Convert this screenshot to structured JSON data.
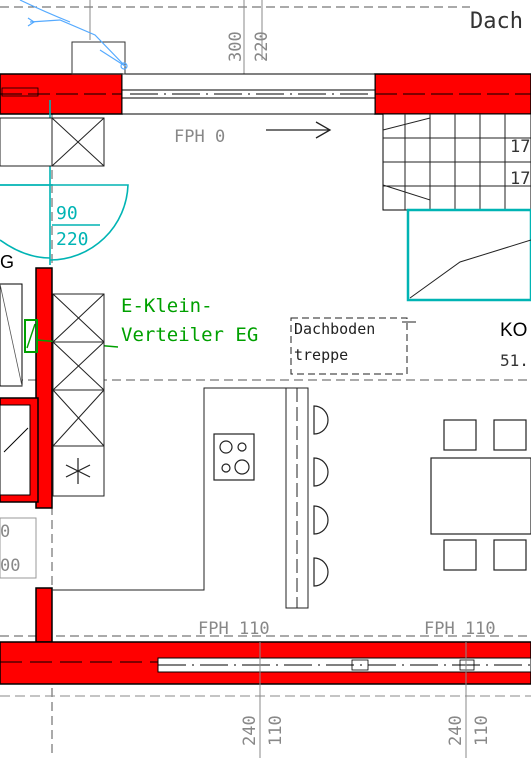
{
  "colors": {
    "wall": "#ff0000",
    "wall_outline": "#000000",
    "cyan": "#00b4b4",
    "green": "#00a000",
    "blue_arrow": "#55aaff",
    "line": "#222222",
    "dim_text": "#888888"
  },
  "labels": {
    "room_top_right": "Dach",
    "dim_top_300": "300",
    "dim_top_220": "220",
    "fph_top": "FPH 0",
    "door_90": "90",
    "door_220": "220",
    "stair_17a": "17",
    "stair_17b": "17",
    "room_left_g": "G",
    "elec_line1": "E-Klein-",
    "elec_line2": "Verteiler EG",
    "attic_line1": "Dachboden",
    "attic_line2": "treppe",
    "room_ko": "KO",
    "area_51": "51.",
    "left_0": "0",
    "left_00": "00",
    "fph_bottom_left": "FPH 110",
    "fph_bottom_right": "FPH 110",
    "dim_bottom_240a": "240",
    "dim_bottom_110a": "110",
    "dim_bottom_240b": "240",
    "dim_bottom_110b": "110"
  },
  "icons": {
    "hob": "hob-icon",
    "extractor": "extractor-cross-icon",
    "snowflake": "freezer-icon",
    "arrow": "direction-arrow-icon"
  }
}
